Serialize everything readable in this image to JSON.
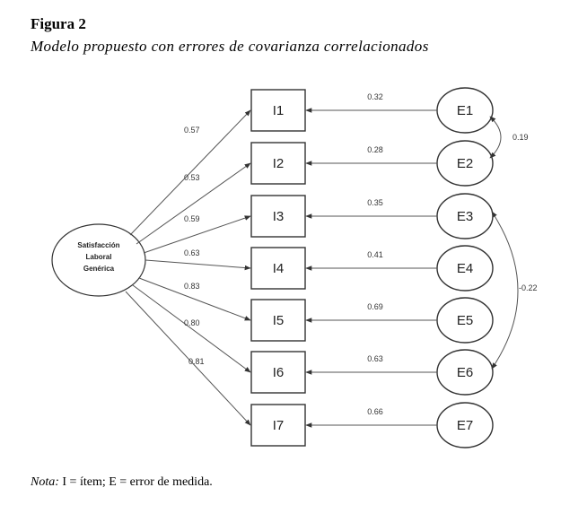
{
  "figure": {
    "label": "Figura 2",
    "title": "Modelo propuesto con errores de covarianza correlacionados"
  },
  "latent": {
    "lines": [
      "Satisfacción",
      "Laboral",
      "Genérica"
    ]
  },
  "items": [
    {
      "label": "I1",
      "loading": "0.57",
      "error": "E1",
      "error_loading": "0.32"
    },
    {
      "label": "I2",
      "loading": "0.53",
      "error": "E2",
      "error_loading": "0.28"
    },
    {
      "label": "I3",
      "loading": "0.59",
      "error": "E3",
      "error_loading": "0.35"
    },
    {
      "label": "I4",
      "loading": "0.63",
      "error": "E4",
      "error_loading": "0.41"
    },
    {
      "label": "I5",
      "loading": "0.83",
      "error": "E5",
      "error_loading": "0.69"
    },
    {
      "label": "I6",
      "loading": "0.80",
      "error": "E6",
      "error_loading": "0.63"
    },
    {
      "label": "I7",
      "loading": "0.81",
      "error": "E7",
      "error_loading": "0.66"
    }
  ],
  "covariances": [
    {
      "from": "E1",
      "to": "E2",
      "value": "0.19"
    },
    {
      "from": "E3",
      "to": "E6",
      "value": "-0.22"
    }
  ],
  "note": {
    "prefix": "Nota:",
    "text": " I = ítem; E = error de medida."
  }
}
